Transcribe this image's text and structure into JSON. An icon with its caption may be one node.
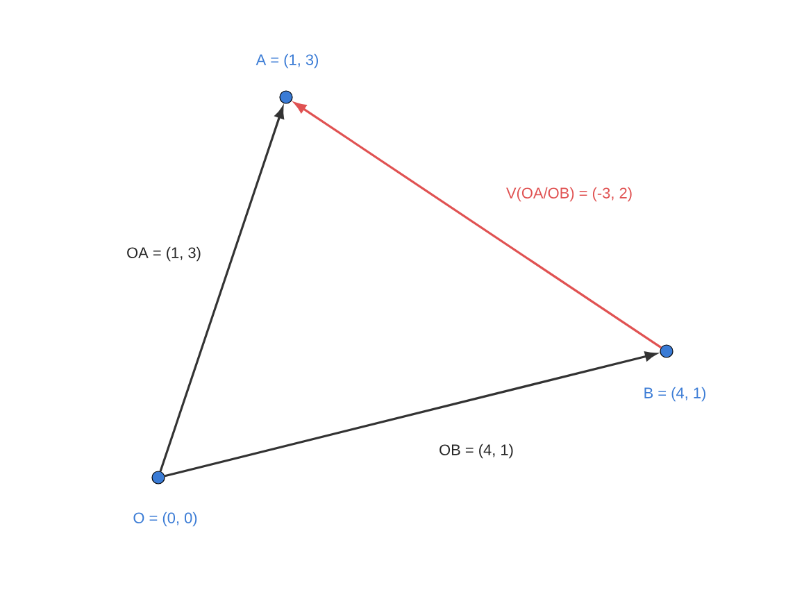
{
  "diagram": {
    "nodes": [
      {
        "text": [],
        "shape": "circle",
        "beside": [
          "A = (1, 3)"
        ]
      },
      {
        "text": [],
        "shape": "circle",
        "beside": [
          "B = (4, 1)"
        ]
      },
      {
        "text": [],
        "shape": "circle",
        "beside": [
          "O = (0, 0)"
        ]
      }
    ],
    "edges": [
      {
        "from": 2,
        "to": 0,
        "arrow": "to",
        "label": "OA = (1, 3)"
      },
      {
        "from": 2,
        "to": 1,
        "arrow": "to",
        "label": "OB = (4, 1)"
      },
      {
        "from": 1,
        "to": 0,
        "arrow": "to",
        "label": "V(OA/OB) = (-3, 2)",
        "color": "#e05252"
      }
    ]
  }
}
